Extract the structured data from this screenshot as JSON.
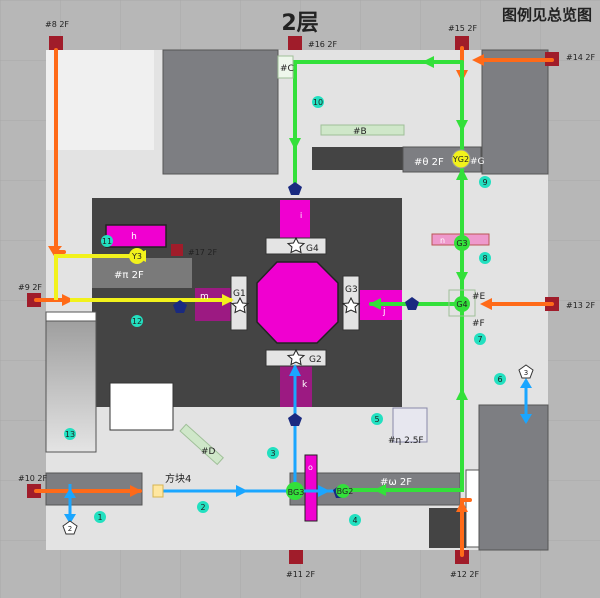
{
  "page": {
    "title": "2层",
    "legend_link": "图例见总览图"
  },
  "colors": {
    "background": "#b7b7b7",
    "floor": "#e3e3e3",
    "dark_zone": "#444444",
    "wall": "#7d7e82",
    "magenta": "#f000d0",
    "dark_magenta": "#9c1a82",
    "pink": "#ee99cc",
    "dark_red": "#a01c2a",
    "green_path": "#33e03a",
    "orange_path": "#ff6a18",
    "blue_path": "#1aa6ff",
    "yellow_path": "#f2f21c",
    "teal_marker": "#22e0c0",
    "navy": "#1a2a80"
  },
  "exits": [
    {
      "label": "#8 2F"
    },
    {
      "label": "#16 2F"
    },
    {
      "label": "#15 2F"
    },
    {
      "label": "#14 2F"
    },
    {
      "label": "#9 2F"
    },
    {
      "label": "#13 2F"
    },
    {
      "label": "#10 2F"
    },
    {
      "label": "#11 2F"
    },
    {
      "label": "#12 2F"
    },
    {
      "label": "#17 2F"
    }
  ],
  "zones": [
    {
      "label": "#C"
    },
    {
      "label": "#B"
    },
    {
      "label": "#θ 2F"
    },
    {
      "label": "#G"
    },
    {
      "label": "#π 2F"
    },
    {
      "label": "#E"
    },
    {
      "label": "#F"
    },
    {
      "label": "#D"
    },
    {
      "label": "#η 2.5F"
    },
    {
      "label": "#ω 2F"
    }
  ],
  "objects": [
    {
      "label": "h"
    },
    {
      "label": "m"
    },
    {
      "label": "j"
    },
    {
      "label": "k"
    },
    {
      "label": "n"
    },
    {
      "label": "o"
    },
    {
      "label": "i"
    },
    {
      "label": "方块4"
    }
  ],
  "stations": [
    {
      "label": "G1"
    },
    {
      "label": "G2"
    },
    {
      "label": "G3"
    },
    {
      "label": "G4"
    }
  ],
  "nodes": [
    {
      "label": "YG2"
    },
    {
      "label": "G3"
    },
    {
      "label": "G4"
    },
    {
      "label": "Y3"
    },
    {
      "label": "BG3"
    },
    {
      "label": "BG2"
    }
  ],
  "pentagons": [
    {
      "label": "3"
    },
    {
      "label": "2"
    }
  ],
  "area_numbers": [
    "1",
    "2",
    "3",
    "4",
    "5",
    "6",
    "7",
    "8",
    "9",
    "10",
    "11",
    "12",
    "13"
  ]
}
